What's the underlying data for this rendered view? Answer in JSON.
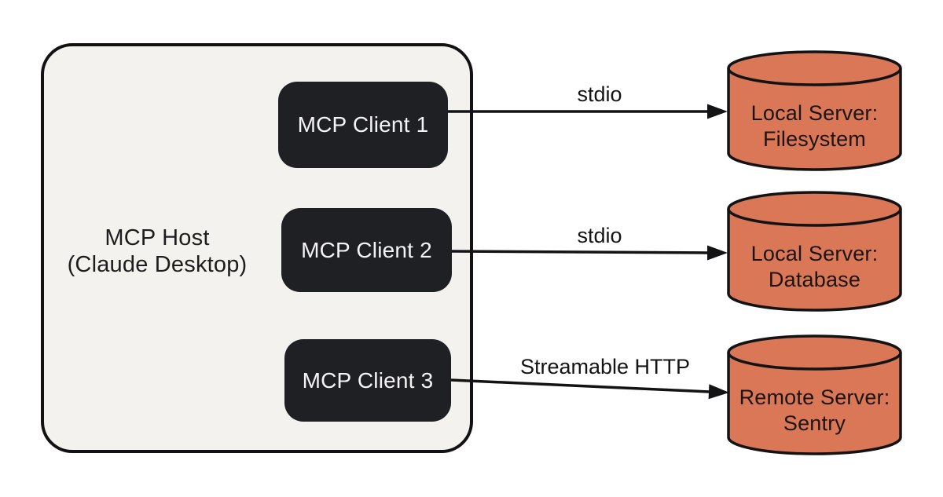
{
  "host": {
    "title_line1": "MCP Host",
    "title_line2": "(Claude Desktop)",
    "clients": [
      {
        "label": "MCP Client 1"
      },
      {
        "label": "MCP Client 2"
      },
      {
        "label": "MCP Client 3"
      }
    ]
  },
  "connections": [
    {
      "label": "stdio"
    },
    {
      "label": "stdio"
    },
    {
      "label": "Streamable HTTP"
    }
  ],
  "servers": [
    {
      "name_line1": "Local Server:",
      "name_line2": "Filesystem"
    },
    {
      "name_line1": "Local Server:",
      "name_line2": "Database"
    },
    {
      "name_line1": "Remote Server:",
      "name_line2": "Sentry"
    }
  ],
  "colors": {
    "server_fill": "#d97757",
    "client_fill": "#1f2023",
    "host_fill": "#f3f2ef",
    "outline": "#131316",
    "client_text": "#f4f4f5",
    "dark_text": "#1d1d1f"
  }
}
